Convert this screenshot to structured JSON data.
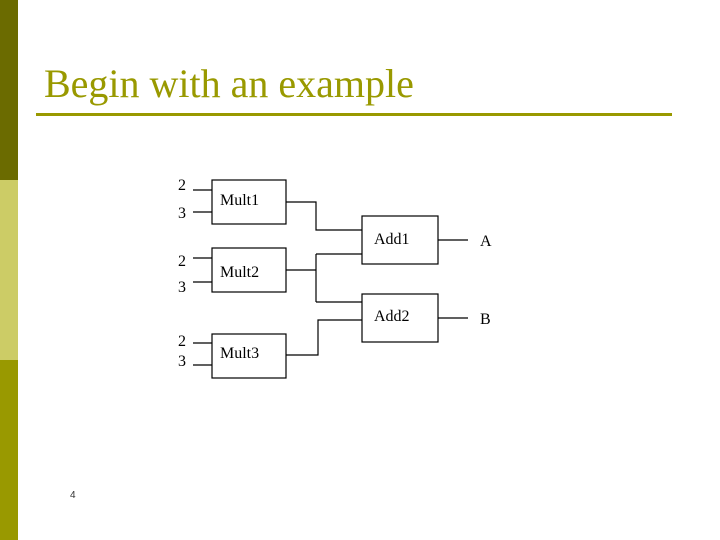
{
  "slide": {
    "title": "Begin with an example",
    "number": "4"
  },
  "diagram": {
    "inputs": [
      {
        "top": "2",
        "bottom": "3"
      },
      {
        "top": "2",
        "bottom": "3"
      },
      {
        "top": "2",
        "bottom": "3"
      }
    ],
    "multipliers": [
      "Mult1",
      "Mult2",
      "Mult3"
    ],
    "adders": [
      "Add1",
      "Add2"
    ],
    "outputs": [
      "A",
      "B"
    ]
  },
  "colors": {
    "title": "#999900",
    "sidebar_top": "#6b6b00",
    "sidebar_middle": "#cccc66",
    "sidebar_bottom": "#999900"
  }
}
